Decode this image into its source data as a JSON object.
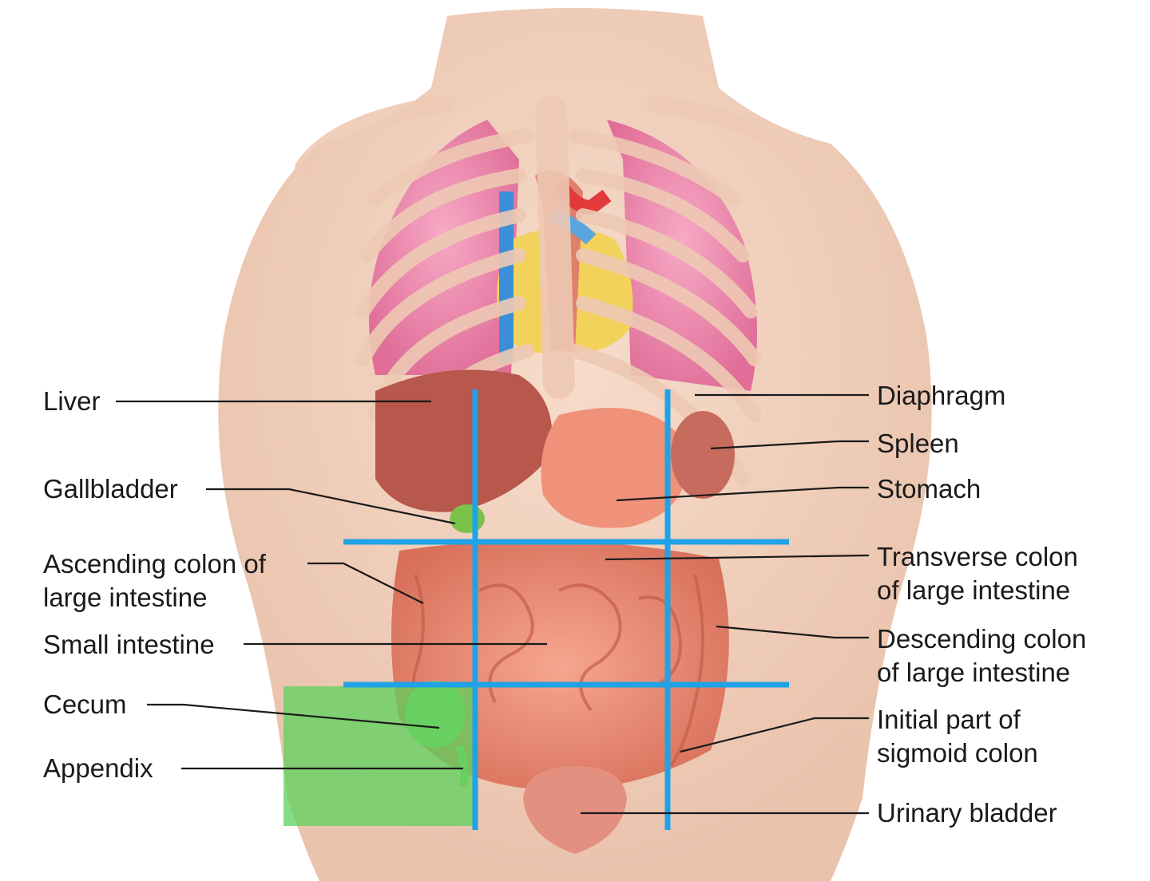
{
  "labels": {
    "liver": "Liver",
    "gallbladder": "Gallbladder",
    "ascending_colon": [
      "Ascending colon of",
      "large intestine"
    ],
    "small_intestine": "Small intestine",
    "cecum": "Cecum",
    "appendix": "Appendix",
    "diaphragm": "Diaphragm",
    "spleen": "Spleen",
    "stomach": "Stomach",
    "transverse_colon": [
      "Transverse colon",
      "of large intestine"
    ],
    "descending_colon": [
      "Descending colon",
      "of large intestine"
    ],
    "sigmoid_colon": [
      "Initial part of",
      "sigmoid colon"
    ],
    "urinary_bladder": "Urinary bladder"
  },
  "colors": {
    "skin": "#f3d6c4",
    "lung": "#ee8fb2",
    "rib": "#eec9b4",
    "liver": "#b8574c",
    "stomach": "#f0917a",
    "intestine": "#ec8a72",
    "region_lines": "#1fa3e6",
    "highlight": "#5cd25c",
    "label_text": "#1a1a1a"
  },
  "regions": {
    "grid_rows": 3,
    "grid_cols": 3,
    "highlighted_region": "right-iliac"
  }
}
